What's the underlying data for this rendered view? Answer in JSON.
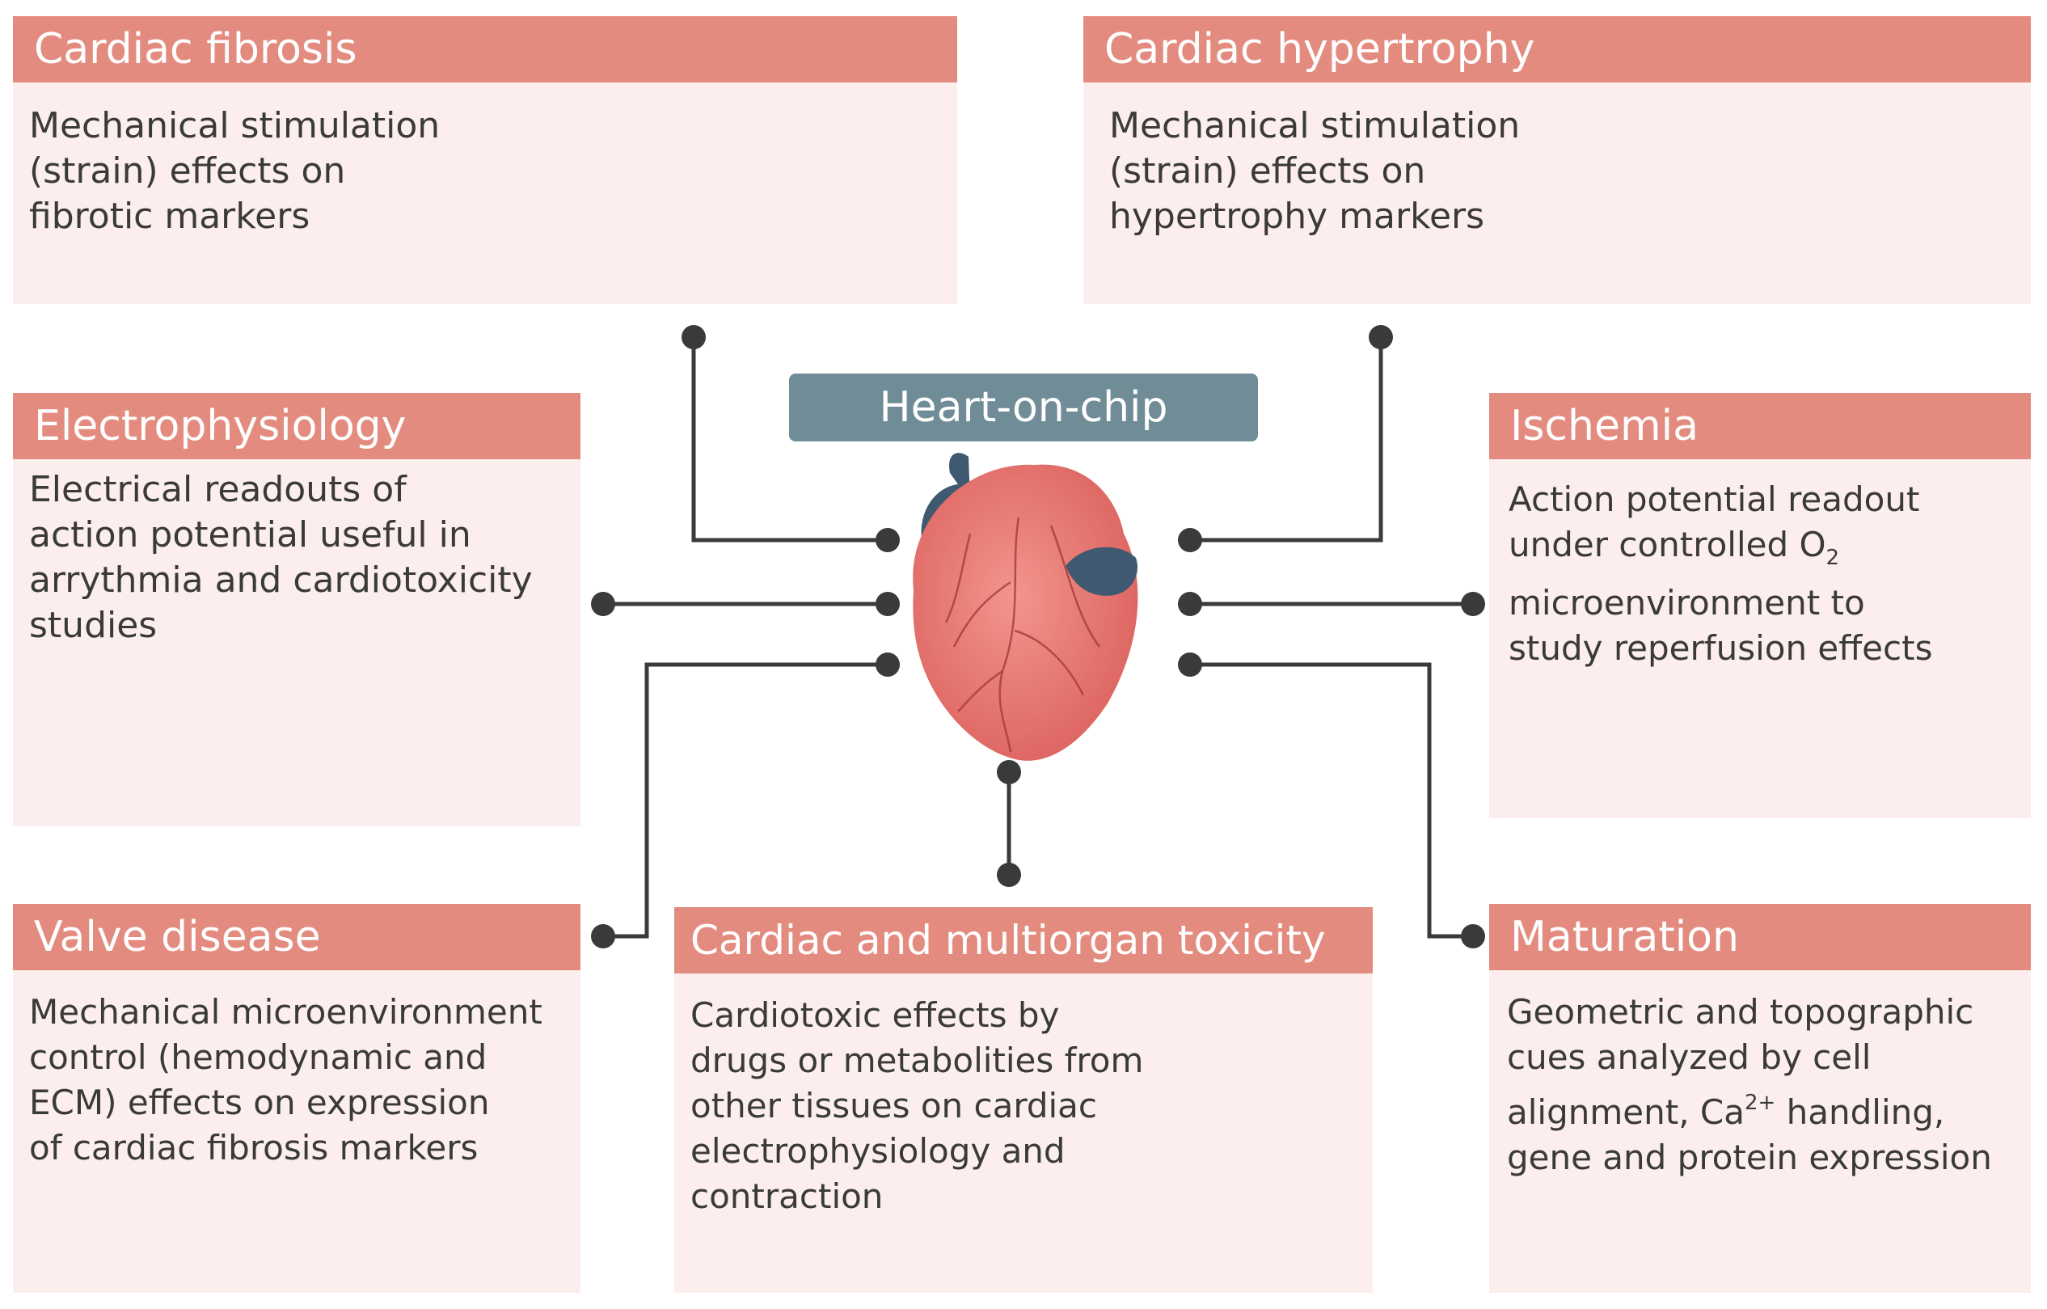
{
  "hub": {
    "label": "Heart-on-chip"
  },
  "panels": [
    {
      "id": "cardiac-fibrosis",
      "title": "Cardiac fibrosis",
      "lines": [
        "Mechanical stimulation",
        "(strain) effects on",
        "fibrotic markers"
      ]
    },
    {
      "id": "cardiac-hypertrophy",
      "title": "Cardiac hypertrophy",
      "lines": [
        "Mechanical stimulation",
        "(strain) effects on",
        "hypertrophy markers"
      ]
    },
    {
      "id": "electrophysiology",
      "title": "Electrophysiology",
      "lines": [
        "Electrical readouts of",
        "action potential useful in",
        "arrythmia and cardiotoxicity",
        "studies"
      ]
    },
    {
      "id": "ischemia",
      "title": "Ischemia",
      "lines": [
        "Action potential readout",
        "under controlled O",
        "microenvironment to",
        "study reperfusion effects"
      ],
      "o2_subscript": "2"
    },
    {
      "id": "valve-disease",
      "title": "Valve disease",
      "lines": [
        "Mechanical microenvironment",
        "control (hemodynamic and",
        "ECM) effects on expression",
        "of cardiac fibrosis markers"
      ]
    },
    {
      "id": "multiorgan-toxicity",
      "title": "Cardiac and multiorgan toxicity",
      "lines": [
        "Cardiotoxic effects by",
        "drugs or metabolities from",
        "other tissues on cardiac",
        "electrophysiology and",
        "contraction"
      ]
    },
    {
      "id": "maturation",
      "title": "Maturation",
      "lines": [
        "Geometric and topographic",
        "cues analyzed by cell",
        "alignment, Ca",
        "gene and protein expression"
      ],
      "ca_superscript": "2+",
      "ca_suffix": " handling,"
    }
  ],
  "colors": {
    "header": "#e48b80",
    "panel_bg": "#fbeeed",
    "hub": "#6f8c97",
    "connector": "#3a3a3a",
    "heart": "#e2706b",
    "vessel": "#3f5a70",
    "teal": "#5f7f8b",
    "crimson": "#b23a5a",
    "orange": "#f4a95a"
  },
  "icons": [
    "heart-icon",
    "fibrosis-tissue-icon",
    "hypertrophy-icon",
    "electrode-array-icon",
    "microfluidic-chip-icon",
    "valve-flow-icon",
    "pill-capsule-icon",
    "aligned-cells-icon"
  ]
}
